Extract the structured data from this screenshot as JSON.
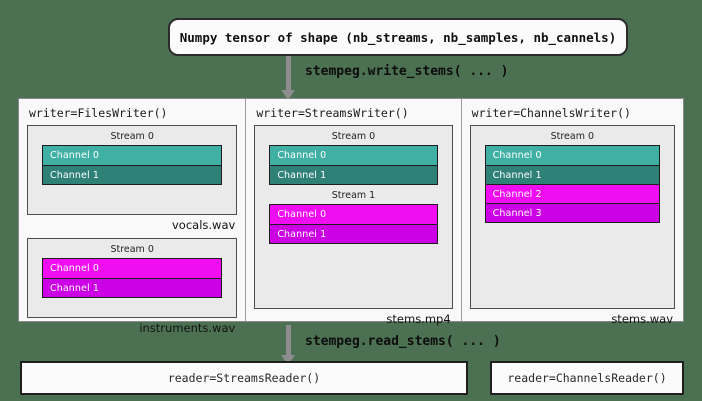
{
  "input": {
    "label": "Numpy tensor of shape (nb_streams, nb_samples, nb_cannels)"
  },
  "flow": {
    "write_label": "stempeg.write_stems( ... )",
    "read_label": "stempeg.read_stems( ... )"
  },
  "colors": {
    "background": "#4c7052",
    "panel": "#f9f9f9",
    "stream_box": "#eaeaea",
    "teal_light": "#3fb0a3",
    "teal_dark": "#2f8178",
    "magenta_light": "#f10df1",
    "magenta_dark": "#cb00e4",
    "arrow": "#8d8d8d"
  },
  "writers": [
    {
      "title": "writer=FilesWriter()",
      "files": [
        {
          "filename": "vocals.wav",
          "streams": [
            {
              "label": "Stream 0",
              "channels": [
                {
                  "label": "Channel 0",
                  "color": "teal-light"
                },
                {
                  "label": "Channel 1",
                  "color": "teal-dark"
                }
              ]
            }
          ]
        },
        {
          "filename": "instruments.wav",
          "streams": [
            {
              "label": "Stream 0",
              "channels": [
                {
                  "label": "Channel 0",
                  "color": "magenta-light"
                },
                {
                  "label": "Channel 1",
                  "color": "magenta-dark"
                }
              ]
            }
          ]
        }
      ]
    },
    {
      "title": "writer=StreamsWriter()",
      "files": [
        {
          "filename": "stems.mp4",
          "streams": [
            {
              "label": "Stream 0",
              "channels": [
                {
                  "label": "Channel 0",
                  "color": "teal-light"
                },
                {
                  "label": "Channel 1",
                  "color": "teal-dark"
                }
              ]
            },
            {
              "label": "Stream 1",
              "channels": [
                {
                  "label": "Channel 0",
                  "color": "magenta-light"
                },
                {
                  "label": "Channel 1",
                  "color": "magenta-dark"
                }
              ]
            }
          ]
        }
      ]
    },
    {
      "title": "writer=ChannelsWriter()",
      "files": [
        {
          "filename": "stems.wav",
          "streams": [
            {
              "label": "Stream 0",
              "channels": [
                {
                  "label": "Channel 0",
                  "color": "teal-light"
                },
                {
                  "label": "Channel 1",
                  "color": "teal-dark"
                },
                {
                  "label": "Channel 2",
                  "color": "magenta-light"
                },
                {
                  "label": "Channel 3",
                  "color": "magenta-dark"
                }
              ]
            }
          ]
        }
      ]
    }
  ],
  "readers": [
    {
      "label": "reader=StreamsReader()"
    },
    {
      "label": "reader=ChannelsReader()"
    }
  ]
}
